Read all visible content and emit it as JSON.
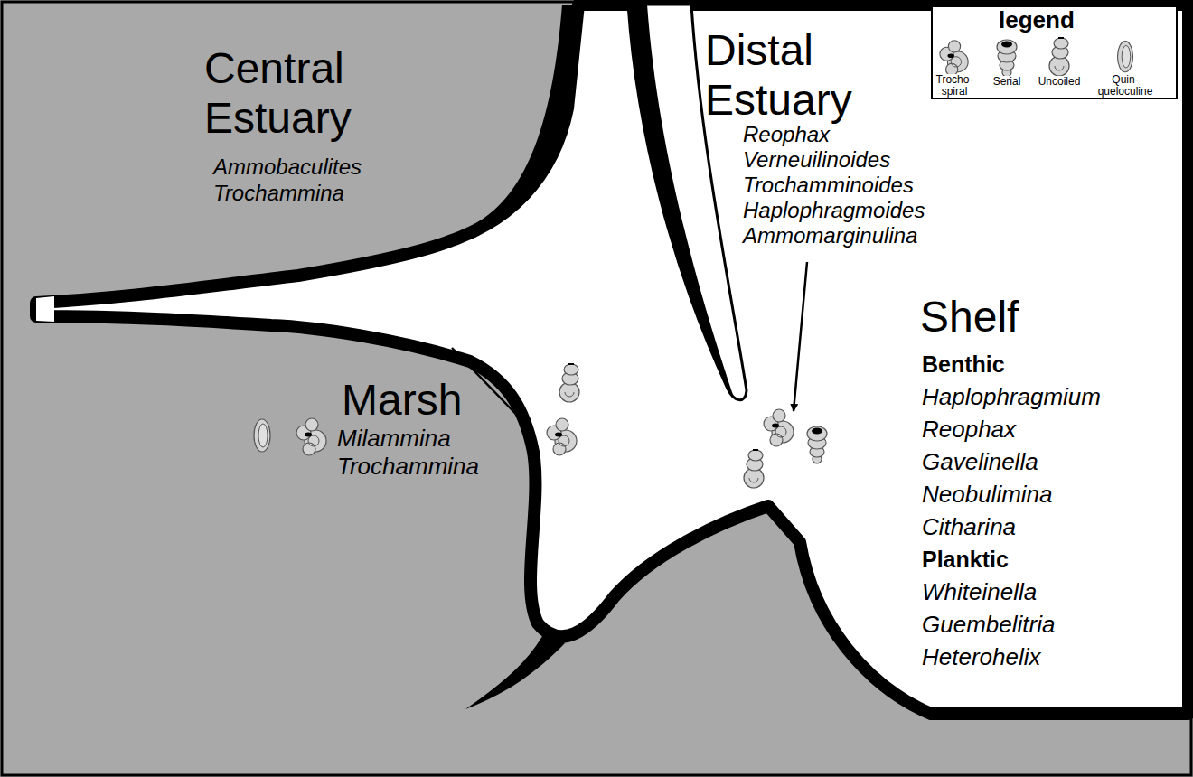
{
  "diagram": {
    "labels": [
      "Central Estuary",
      "Ammobaculites",
      "Trochammina",
      "Distal Estuary",
      "Reophax",
      "Verneuilinoides",
      "Trochamminoides",
      "Haplophragmoides",
      "Ammomarginulina",
      "Shelf",
      "Benthic",
      "Haplophragmium",
      "Reophax",
      "Gavelinella",
      "Neobulimina",
      "Citharina",
      "Planktic",
      "Whiteinella",
      "Guembelitria",
      "Heterohelix",
      "Marsh",
      "Milammina",
      "Trochammina",
      "legend"
    ],
    "legend": [
      {
        "text": "Trocho-spiral"
      },
      {
        "text": "Serial"
      },
      {
        "text": "Uncoiled"
      },
      {
        "text": "Quin-queloculine"
      }
    ]
  }
}
